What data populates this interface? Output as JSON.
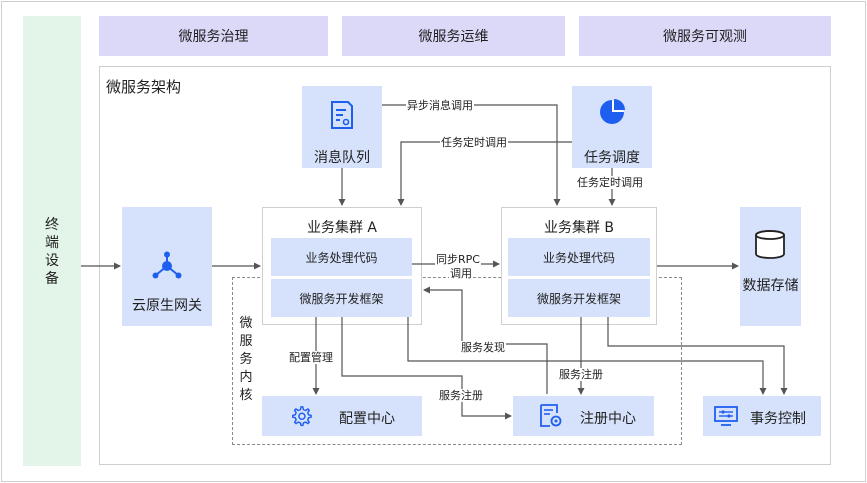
{
  "terminal": {
    "label_chars": [
      "终",
      "端",
      "设",
      "备"
    ]
  },
  "top_tabs": [
    "微服务治理",
    "微服务运维",
    "微服务可观测"
  ],
  "architecture": {
    "title": "微服务架构"
  },
  "kernel": {
    "label_chars": [
      "微",
      "服",
      "务",
      "内",
      "核"
    ]
  },
  "nodes": {
    "message_queue": "消息队列",
    "task_scheduling": "任务调度",
    "gateway": "云原生网关",
    "cluster_a": {
      "title": "业务集群 A",
      "code": "业务处理代码",
      "framework": "微服务开发框架"
    },
    "cluster_b": {
      "title": "业务集群 B",
      "code": "业务处理代码",
      "framework": "微服务开发框架"
    },
    "data_storage": "数据存储",
    "config_center": "配置中心",
    "registry_center": "注册中心",
    "transaction_control": "事务控制"
  },
  "edges": {
    "async_message_call": "异步消息调用",
    "scheduled_call_a": "任务定时调用",
    "scheduled_call_b": "任务定时调用",
    "sync_rpc_line1": "同步RPC",
    "sync_rpc_line2": "调用",
    "config_management": "配置管理",
    "service_discovery": "服务发现",
    "service_register_a": "服务注册",
    "service_register_b": "服务注册"
  },
  "colors": {
    "terminal_bg": "#e3f5e9",
    "tab_bg": "#dcd8f8",
    "node_bg": "#d6e2fb",
    "icon_blue": "#1f5ff0",
    "line": "#555555"
  },
  "icons": {
    "message_queue": "document-list-icon",
    "task_scheduling": "pie-chart-icon",
    "gateway": "network-hub-icon",
    "data_storage": "database-cylinder-icon",
    "config_center": "gear-icon",
    "registry_center": "document-gear-icon",
    "transaction_control": "monitor-settings-icon"
  }
}
